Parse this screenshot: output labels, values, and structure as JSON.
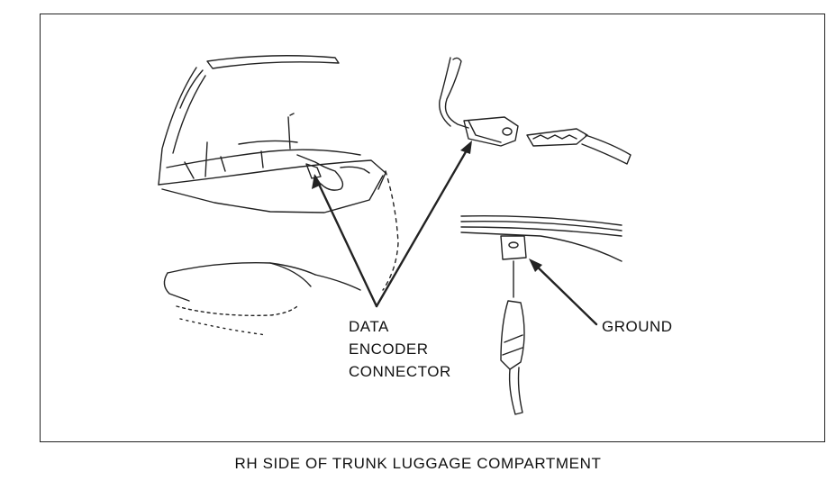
{
  "labels": {
    "connector_line1": "DATA",
    "connector_line2": "ENCODER",
    "connector_line3": "CONNECTOR",
    "ground": "GROUND"
  },
  "caption": "RH SIDE OF TRUNK LUGGAGE COMPARTMENT"
}
